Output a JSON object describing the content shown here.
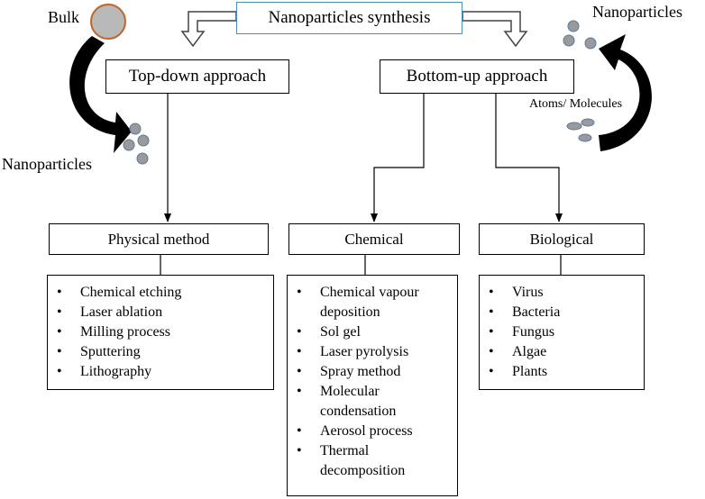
{
  "top": {
    "title": "Nanoparticles synthesis"
  },
  "approaches": {
    "top_down": "Top-down approach",
    "bottom_up": "Bottom-up approach"
  },
  "methods": {
    "physical": {
      "title": "Physical method",
      "items": [
        "Chemical etching",
        "Laser ablation",
        "Milling process",
        "Sputtering",
        "Lithography"
      ]
    },
    "chemical": {
      "title": "Chemical",
      "items": [
        "Chemical vapour deposition",
        "Sol gel",
        "Laser pyrolysis",
        "Spray method",
        "Molecular condensation",
        "Aerosol process",
        "Thermal decomposition"
      ]
    },
    "biological": {
      "title": "Biological",
      "items": [
        "Virus",
        "Bacteria",
        "Fungus",
        "Algae",
        "Plants"
      ]
    }
  },
  "illustrations": {
    "bulk_label": "Bulk",
    "left_nanoparticles_label": "Nanoparticles",
    "right_nanoparticles_label": "Nanoparticles",
    "atoms_label": "Atoms/ Molecules"
  },
  "colors": {
    "top_box_border": "#4a90b8",
    "bulk_fill": "#b9b9b9",
    "bulk_border": "#c0652a",
    "particle_fill": "#9a9a9a",
    "particle_border": "#5a7aa0"
  }
}
